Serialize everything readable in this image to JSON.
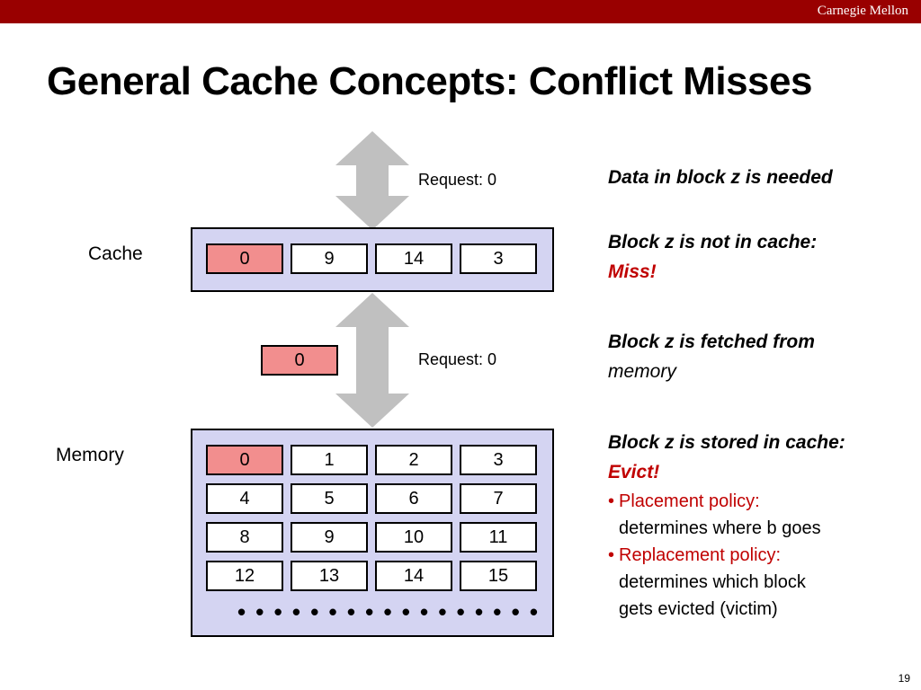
{
  "header": {
    "org": "Carnegie Mellon"
  },
  "title": "General Cache Concepts: Conflict Misses",
  "labels": {
    "cache": "Cache",
    "memory": "Memory"
  },
  "requests": {
    "top": "Request: 0",
    "middle": "Request: 0"
  },
  "cache_blocks": [
    "0",
    "9",
    "14",
    "3"
  ],
  "fetched_block": "0",
  "memory_rows": [
    [
      "0",
      "1",
      "2",
      "3"
    ],
    [
      "4",
      "5",
      "6",
      "7"
    ],
    [
      "8",
      "9",
      "10",
      "11"
    ],
    [
      "12",
      "13",
      "14",
      "15"
    ]
  ],
  "ellipsis": "• • • • • • • • • • • • • • • • •",
  "colors": {
    "highlight": "#f28e8e",
    "panel": "#d4d4f2",
    "accent": "#990000",
    "emphasis": "#c00000",
    "arrow": "#c0c0c0"
  },
  "notes": {
    "n1": "Data in block z is needed",
    "n2_line1": "Block z is not in cache:",
    "n2_line2": "Miss!",
    "n3_line1": "Block z is fetched from",
    "n3_line2": "memory",
    "n4_line1": "Block z is stored in cache:",
    "n4_line2": "Evict!"
  },
  "bullets": [
    {
      "marker": "•",
      "head": "Placement policy:",
      "body": "determines where b goes"
    },
    {
      "marker": "•",
      "head": "Replacement policy:",
      "body_line1": "determines which block",
      "body_line2": "gets evicted (victim)"
    }
  ],
  "slide_number": "19"
}
